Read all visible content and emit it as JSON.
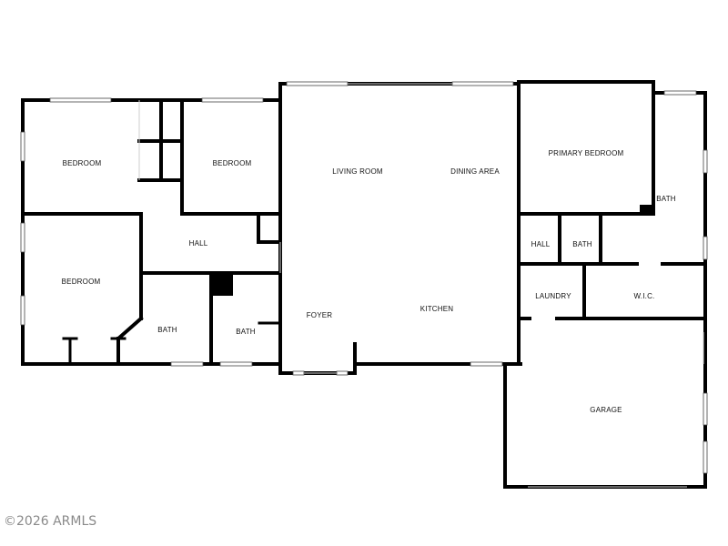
{
  "plan": {
    "rooms": {
      "bedroom_1": "BEDROOM",
      "bedroom_2": "BEDROOM",
      "bedroom_3": "BEDROOM",
      "hall_1": "HALL",
      "bath_1": "BATH",
      "bath_2": "BATH",
      "living_room": "LIVING ROOM",
      "dining_area": "DINING AREA",
      "foyer": "FOYER",
      "kitchen": "KITCHEN",
      "primary_bedroom": "PRIMARY BEDROOM",
      "bath_3": "BATH",
      "hall_2": "HALL",
      "bath_4": "BATH",
      "laundry": "LAUNDRY",
      "wic": "W.I.C.",
      "garage": "GARAGE"
    },
    "watermark": "©2026 ARMLS",
    "colors": {
      "wall": "#000000",
      "background": "#ffffff",
      "watermark": "#8a8a8a"
    }
  }
}
